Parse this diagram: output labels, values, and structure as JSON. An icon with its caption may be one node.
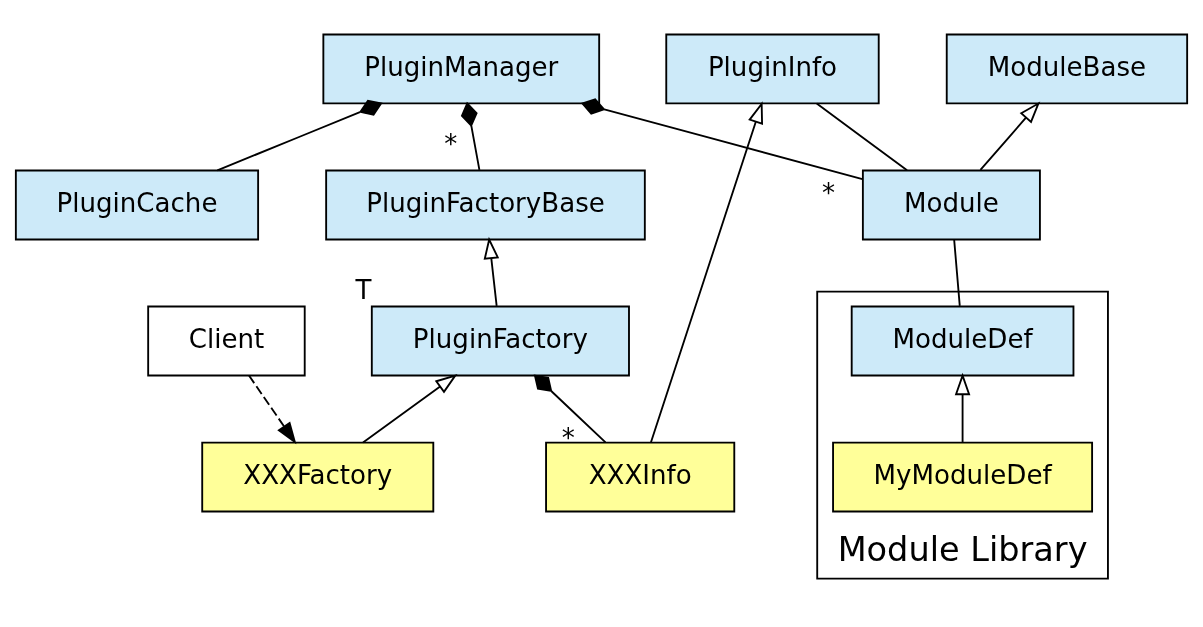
{
  "diagram": {
    "nodes": [
      {
        "text": [
          "PluginManager"
        ]
      },
      {
        "text": [
          "PluginCache"
        ]
      },
      {
        "text": [
          "PluginFactoryBase"
        ]
      },
      {
        "text": [
          "ModuleBase"
        ]
      },
      {
        "text": [
          "PluginFactory"
        ],
        "beside": [
          "T"
        ]
      },
      {
        "text": [
          "PluginInfo"
        ]
      },
      {
        "text": [
          "Module"
        ]
      },
      {
        "text": [
          "Module Library"
        ]
      },
      {
        "text": [
          "ModuleDef"
        ],
        "in": 7
      },
      {
        "text": [
          "XXXFactory"
        ]
      },
      {
        "text": [
          "XXXInfo"
        ]
      },
      {
        "text": [
          "MyModuleDef"
        ],
        "in": 7
      },
      {
        "text": [
          "Client"
        ]
      }
    ],
    "edges": [
      {
        "from": 0,
        "to": 1,
        "arrow": "other"
      },
      {
        "from": 0,
        "to": 2,
        "arrow": "other",
        "label": "*"
      },
      {
        "from": 0,
        "to": 6,
        "arrow": "other",
        "label": "*"
      },
      {
        "from": 4,
        "to": 2,
        "arrow": "to"
      },
      {
        "from": 4,
        "to": 10,
        "arrow": "other",
        "label": "*"
      },
      {
        "from": 9,
        "to": 4,
        "arrow": "to"
      },
      {
        "from": 5,
        "to": 6,
        "arrow": "none"
      },
      {
        "from": 10,
        "to": 5,
        "arrow": "to"
      },
      {
        "from": 6,
        "to": 3,
        "arrow": "to"
      },
      {
        "from": 6,
        "to": 8,
        "arrow": "none"
      },
      {
        "from": 11,
        "to": 8,
        "arrow": "to"
      },
      {
        "from": 12,
        "to": 9,
        "arrow": "to",
        "style": "dashed"
      }
    ]
  }
}
